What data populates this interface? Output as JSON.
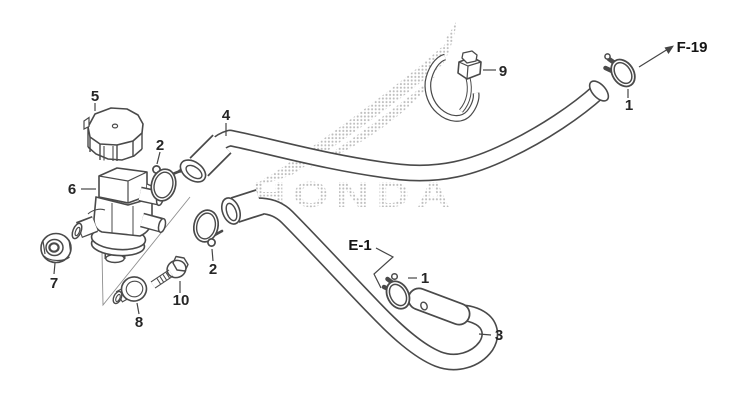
{
  "diagram": {
    "type": "exploded-parts-diagram",
    "background": "#ffffff",
    "line_color": "#4a4a4a",
    "label_color": "#262626",
    "leader_color": "#454545",
    "bracket_color": "#8f8f8f",
    "watermark": {
      "text": "HONDA",
      "dot_color": "#bdbdbd"
    },
    "reference_labels": {
      "f19": "F-19",
      "e1": "E-1"
    },
    "part_numbers": {
      "p1a": "1",
      "p1b": "1",
      "p2a": "2",
      "p2b": "2",
      "p3": "3",
      "p4": "4",
      "p5": "5",
      "p6": "6",
      "p7": "7",
      "p8": "8",
      "p9": "9",
      "p10": "10"
    }
  }
}
